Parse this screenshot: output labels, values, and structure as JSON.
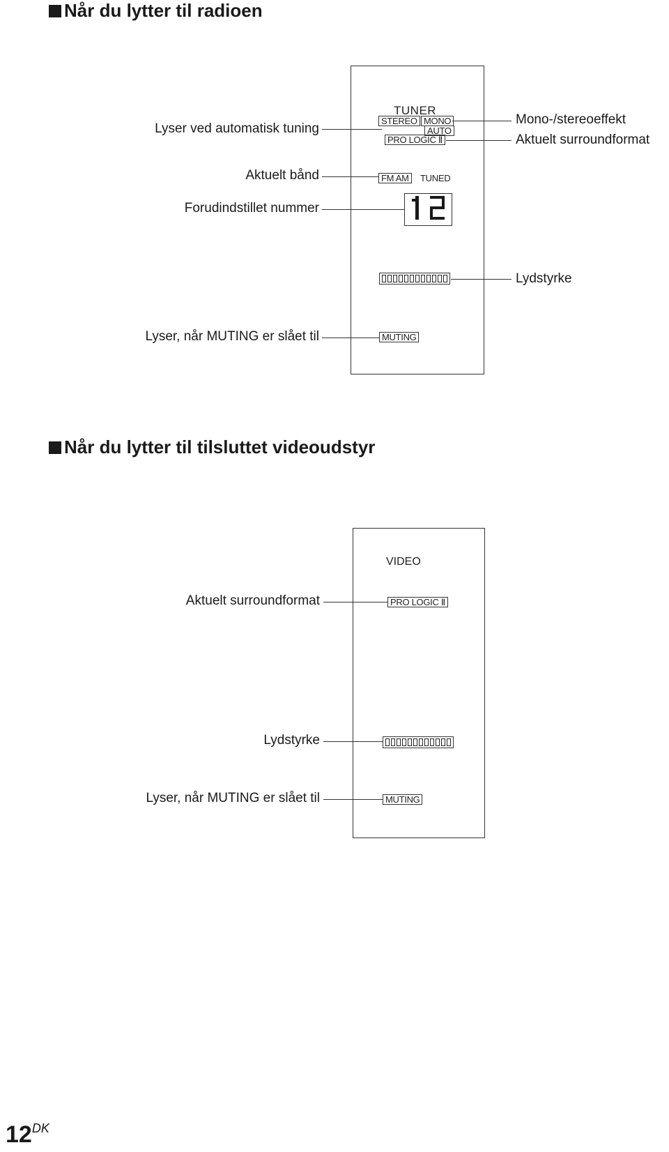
{
  "section1": {
    "heading": "Når du lytter til radioen",
    "display": {
      "tuner": "TUNER",
      "stereo": "STEREO",
      "mono": "MONO",
      "auto": "AUTO",
      "pro_logic": "PRO LOGIC Ⅱ",
      "fm_am": "FM AM",
      "tuned": "TUNED",
      "preset_number": "12",
      "muting": "MUTING"
    },
    "labels": {
      "auto_tuning": "Lyser ved automatisk tuning",
      "band": "Aktuelt bånd",
      "preset": "Forudindstillet nummer",
      "mono_stereo": "Mono-/stereoeffekt",
      "surround": "Aktuelt surroundformat",
      "volume": "Lydstyrke",
      "muting": "Lyser, når MUTING er slået til"
    }
  },
  "section2": {
    "heading": "Når du lytter til tilsluttet videoudstyr",
    "display": {
      "video": "VIDEO",
      "pro_logic": "PRO LOGIC Ⅱ",
      "muting": "MUTING"
    },
    "labels": {
      "surround": "Aktuelt surroundformat",
      "volume": "Lydstyrke",
      "muting": "Lyser, når MUTING er slået til"
    }
  },
  "page": {
    "number": "12",
    "suffix": "DK"
  }
}
